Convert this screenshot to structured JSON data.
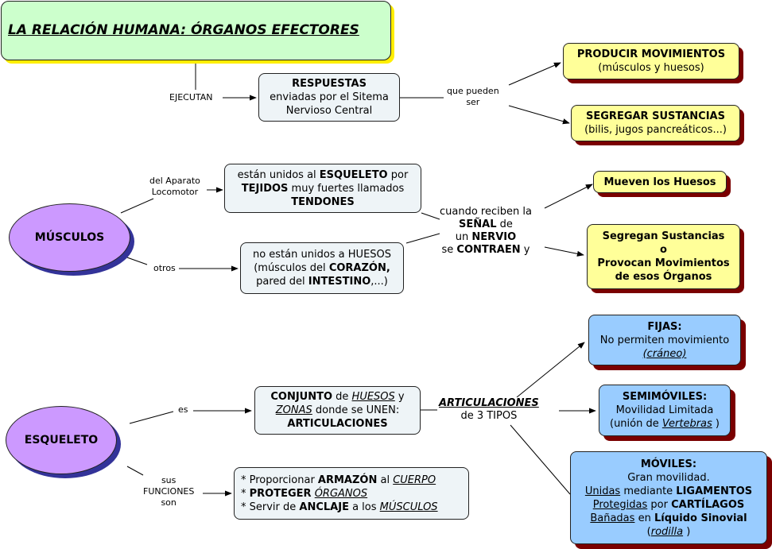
{
  "title": "LA RELACIÓN HUMANA: ÓRGANOS EFECTORES",
  "links": {
    "ejecutan": "EJECUTAN",
    "que_pueden_ser": [
      "que pueden",
      "ser"
    ],
    "del_aparato": [
      "del Aparato",
      "Locomotor"
    ],
    "otros": "otros",
    "cuando_reciben": {
      "l1": "cuando reciben la",
      "l2_b": "SEÑAL",
      "l2": " de",
      "l3": "un ",
      "l3_b": "NERVIO",
      "l4": "se ",
      "l4_b": "CONTRAEN",
      "l4_end": " y"
    },
    "es": "es",
    "sus_funciones": [
      "sus",
      "FUNCIONES",
      "son"
    ],
    "articulaciones": {
      "title": "ARTICULACIONES",
      "sub": "de 3 TIPOS"
    }
  },
  "nodes": {
    "respuestas": {
      "l1_b": "RESPUESTAS",
      "l2": "enviadas por el Sitema",
      "l3": "Nervioso Central"
    },
    "producir": {
      "l1": "PRODUCIR MOVIMIENTOS",
      "l2": "(músculos y huesos)"
    },
    "segregar": {
      "l1": "SEGREGAR SUSTANCIAS",
      "l2": "(bilis, jugos pancreáticos...)"
    },
    "musculos": "MÚSCULOS",
    "unidos_esqueleto": {
      "a": "están unidos al ",
      "a_b": "ESQUELETO",
      "a2": " por",
      "b_b": "TEJIDOS",
      "b": " muy fuertes llamados",
      "c_b": "TENDONES"
    },
    "no_unidos": {
      "a": "no están unidos a HUESOS",
      "b": "(músculos del ",
      "b_b": "CORAZÓN,",
      "c": "pared del ",
      "c_b": "INTESTINO",
      "c2": ",...)"
    },
    "mueven": "Mueven los Huesos",
    "segregan": [
      "Segregan Sustancias",
      "o",
      "Provocan Movimientos",
      "de esos Órganos"
    ],
    "esqueleto": "ESQUELETO",
    "conjunto": {
      "a_b": "CONJUNTO",
      "a": " de ",
      "a_u": "HUESOS",
      "a2": "  y",
      "b_u": "ZONAS",
      "b": "  donde se UNEN:",
      "c_b": "ARTICULACIONES"
    },
    "funciones": {
      "r1": "* Proporcionar ",
      "r1_b": "ARMAZÓN",
      "r1_2": " al ",
      "r1_u": "CUERPO",
      "r2": "* ",
      "r2_b": "PROTEGER",
      "r2_u": "ÓRGANOS",
      "r3": "* Servir de ",
      "r3_b": "ANCLAJE",
      "r3_2": " a los ",
      "r3_u": "MÚSCULOS"
    },
    "fijas": {
      "title": "FIJAS:",
      "l2": "No permiten movimiento",
      "l3": "(cráneo)"
    },
    "semimoviles": {
      "title": "SEMIMÓVILES:",
      "l2": "Movilidad Limitada",
      "l3a": "(unión de ",
      "l3_u": "Vertebras",
      "l3b": " )"
    },
    "moviles": {
      "title": "MÓVILES:",
      "l2": "Gran movilidad.",
      "l3_u": "Unidas",
      "l3": " mediante ",
      "l3_b": "LIGAMENTOS",
      "l4_u": "Protegidas",
      "l4": " por ",
      "l4_b": "CARTÍLAGOS",
      "l5_u": "Bañadas",
      "l5": " en ",
      "l5_b": "Líquido Sinovial",
      "l6a": "(",
      "l6_u": "rodilla",
      "l6b": " )"
    }
  }
}
